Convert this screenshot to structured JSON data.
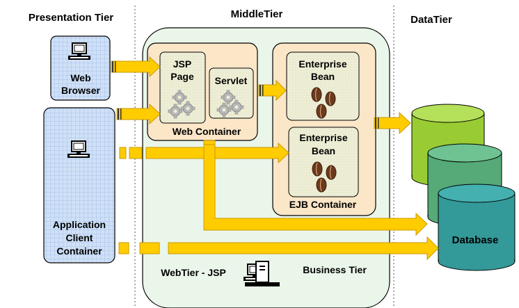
{
  "tiers": {
    "presentation": "Presentation Tier",
    "middle": "MiddleTier",
    "data": "DataTier"
  },
  "web_browser": {
    "line1": "Web",
    "line2": "Browser"
  },
  "app_client": {
    "line1": "Application",
    "line2": "Client",
    "line3": "Container"
  },
  "jsp_page": {
    "line1": "JSP",
    "line2": "Page"
  },
  "servlet": "Servlet",
  "web_container": "Web Container",
  "ejb_top": {
    "line1": "Enterprise",
    "line2": "Bean"
  },
  "ejb_bottom": {
    "line1": "Enterprise",
    "line2": "Bean"
  },
  "ejb_container": "EJB Container",
  "webtier_label": "WebTier - JSP",
  "business_tier_label": "Business Tier",
  "database": "Database",
  "colors": {
    "client_fill": "#cfe0f7",
    "grid_line": "#8fb0e0",
    "middle_fill": "#eaf6ea",
    "container_fill": "#fbe6c8",
    "component_fill": "#eeeed8",
    "arrow_fill": "#ffcc00",
    "arrow_stroke": "#c89a00",
    "db_green": "#99cc33",
    "db_mid": "#55aa77",
    "db_teal": "#339999"
  }
}
